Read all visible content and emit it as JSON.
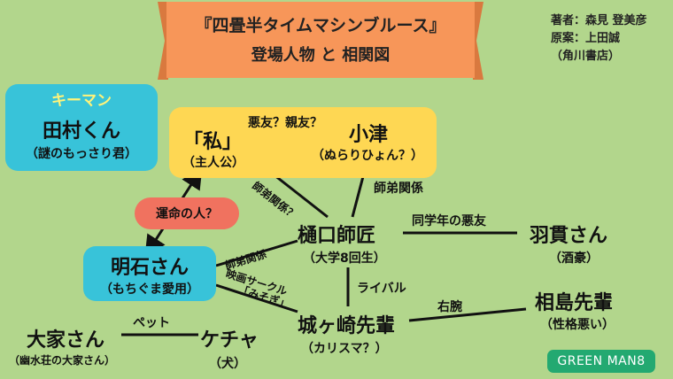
{
  "title": {
    "line1": "『四畳半タイムマシンブルース』",
    "line2": "登場人物 と 相関図"
  },
  "credits": [
    "著者：森見 登美彦",
    "原案：上田誠",
    "（角川書店）"
  ],
  "characters": {
    "keyman_tag": "キーマン",
    "tamura": {
      "name": "田村くん",
      "note": "（謎のもっさり君）"
    },
    "watashi": {
      "name": "「私」",
      "note": "（主人公）"
    },
    "ozu": {
      "name": "小津",
      "note": "（ぬらりひょん？）"
    },
    "higuchi": {
      "name": "樋口師匠",
      "note": "（大学8回生）"
    },
    "hanuki": {
      "name": "羽貫さん",
      "note": "（酒豪）"
    },
    "akashi": {
      "name": "明石さん",
      "note": "（もちぐま愛用）"
    },
    "jogasaki": {
      "name": "城ヶ崎先輩",
      "note": "（カリスマ？）"
    },
    "aijima": {
      "name": "相島先輩",
      "note": "（性格悪い）"
    },
    "ooya": {
      "name": "大家さん",
      "note": "（幽水荘の大家さん）"
    },
    "kechaa": {
      "name": "ケチャ",
      "note": "（犬）"
    }
  },
  "relations": {
    "watashi_ozu": "悪友？親友？",
    "watashi_higuchi": "師弟関係？",
    "ozu_higuchi": "師弟関係",
    "destiny": "運命の人？",
    "higuchi_hanuki": "同学年の悪友",
    "akashi_higuchi": "師弟関係",
    "akashi_jogasaki_1": "映画サークル",
    "akashi_jogasaki_2": "「みそぎ」",
    "higuchi_jogasaki": "ライバル",
    "jogasaki_aijima": "右腕",
    "ooya_kechaa": "ペット"
  },
  "footer_badge": "GREEN MAN8",
  "colors": {
    "background": "#b2d68c",
    "banner": "#f79659",
    "key_box": "#38c3d9",
    "protagonist_box": "#fed753",
    "destiny_pill": "#f0725f",
    "badge": "#23a971"
  }
}
